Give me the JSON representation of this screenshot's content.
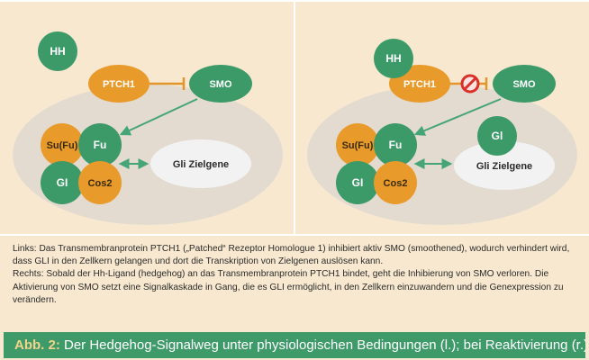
{
  "colors": {
    "background": "#f7e8cf",
    "cell": "#e4dbd0",
    "panel_line": "#ffffff",
    "green_node": "#3c9968",
    "orange_node": "#e89a2b",
    "nucleus": "#f2f2f2",
    "arrow": "#45a577",
    "inhibit": "#e0962c",
    "blocked": "#d9302a",
    "title_bar": "#3f9a6a",
    "title_prefix": "#f2d48a"
  },
  "left_panel": {
    "hh": "HH",
    "ptch1": "PTCH1",
    "smo": "SMO",
    "sufu": "Su(Fu)",
    "fu": "Fu",
    "gli": "GI",
    "cos2": "Cos2",
    "target_genes": "Gli Zielgene"
  },
  "right_panel": {
    "hh": "HH",
    "ptch1": "PTCH1",
    "smo": "SMO",
    "gli_free": "Gl",
    "sufu": "Su(Fu)",
    "fu": "Fu",
    "gli": "GI",
    "cos2": "Cos2",
    "target_genes": "Gli Zielgene"
  },
  "caption": {
    "left_text": "Links: Das Transmembranprotein PTCH1 („Patched“ Rezeptor Homologue 1) inhibiert aktiv SMO (smoothened), wodurch verhindert wird, dass GLI in den Zellkern gelangen und dort die Transkription von Zielgenen auslösen kann.",
    "right_text": "Rechts: Sobald der Hh-Ligand (hedgehog) an das Transmembranprotein PTCH1 bindet, geht die Inhibierung von SMO verloren. Die Aktivierung von SMO setzt eine Signalkaskade in Gang, die es GLI ermöglicht, in den Zellkern einzuwandern und die Genexpression zu verändern."
  },
  "figure_title": {
    "prefix": "Abb. 2:",
    "text": " Der Hedgehog-Signalweg unter physiologischen Bedingungen (l.); bei Reaktivierung (r.)"
  }
}
